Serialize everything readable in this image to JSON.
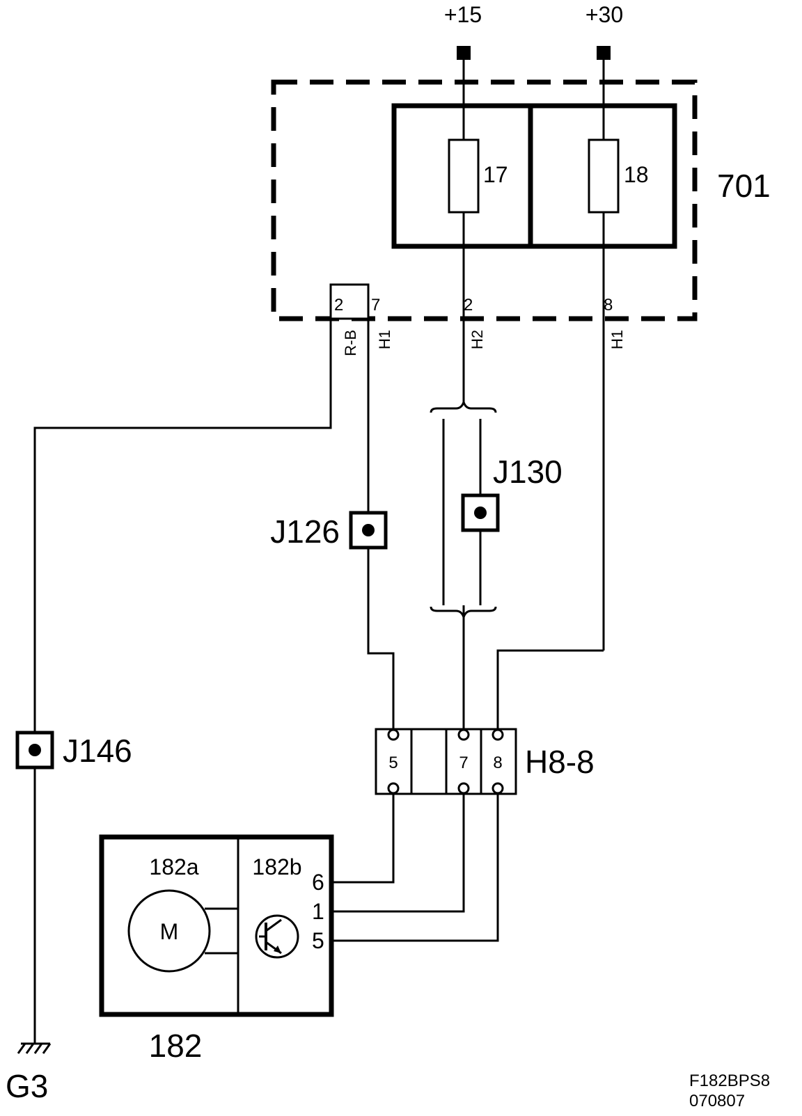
{
  "supply": {
    "plus15": "+15",
    "plus30": "+30"
  },
  "fusebox": {
    "id": "701",
    "fuses": [
      "17",
      "18"
    ],
    "pins": [
      "2",
      "7",
      "2",
      "8"
    ],
    "wire_colors": [
      "R-B",
      "H1",
      "H2",
      "H1"
    ]
  },
  "junctions": {
    "j126": "J126",
    "j130": "J130",
    "j146": "J146"
  },
  "connector": {
    "id": "H8-8",
    "pins": [
      "5",
      "7",
      "8"
    ]
  },
  "component": {
    "id": "182",
    "parts": [
      "182a",
      "182b"
    ],
    "motor_symbol": "M",
    "pins": [
      "6",
      "1",
      "5"
    ]
  },
  "ground": {
    "id": "G3"
  },
  "footer": {
    "code": "F182BPS8",
    "date": "070807"
  }
}
